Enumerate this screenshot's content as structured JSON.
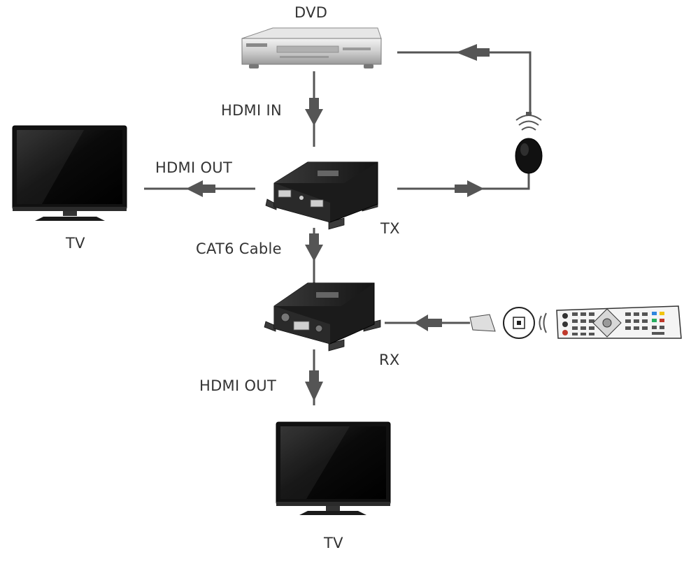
{
  "labels": {
    "dvd": "DVD",
    "hdmi_in": "HDMI IN",
    "hdmi_out_top": "HDMI OUT",
    "tv_left": "TV",
    "tx": "TX",
    "cat6": "CAT6 Cable",
    "rx": "RX",
    "hdmi_out_bottom": "HDMI OUT",
    "tv_bottom": "TV"
  },
  "colors": {
    "connector": "#555555",
    "device_body": "#1e1e1e",
    "dvd_body": "#c9c9c9",
    "screen": "#0d0d0d"
  }
}
